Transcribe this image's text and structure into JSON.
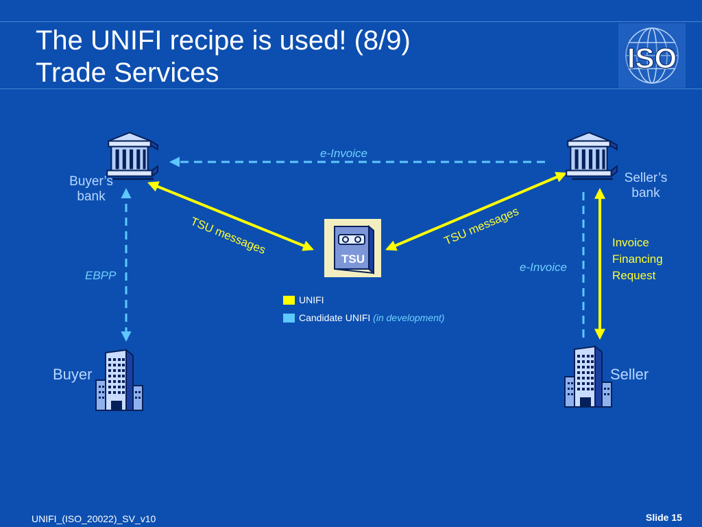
{
  "slide": {
    "title_line1": "The UNIFI recipe is used! (8/9)",
    "title_line2": "Trade Services",
    "logo_text": "ISO",
    "footer_left": "UNIFI_(ISO_20022)_SV_v10",
    "footer_right": "Slide 15"
  },
  "diagram": {
    "nodes": {
      "buyers_bank": "Buyer’s\nbank",
      "sellers_bank": "Seller’s\nbank",
      "buyer": "Buyer",
      "seller": "Seller",
      "tsu": "TSU"
    },
    "connections": {
      "einvoice_top": "e-Invoice",
      "tsu_left": "TSU messages",
      "tsu_right": "TSU messages",
      "ebpp": "EBPP",
      "einvoice_right": "e-Invoice",
      "invoice_financing": "Invoice\nFinancing\nRequest"
    },
    "legend": {
      "unifi": "UNIFI",
      "candidate": "Candidate UNIFI ",
      "candidate_note": "(in development)"
    }
  },
  "colors": {
    "background": "#0d4fb0",
    "unifi_yellow": "#ffff00",
    "candidate_cyan": "#5ec8ff",
    "text_light": "#b9d7ff"
  },
  "icons": [
    "bank-icon",
    "office-building-icon",
    "tsu-server-icon",
    "iso-globe-logo"
  ]
}
